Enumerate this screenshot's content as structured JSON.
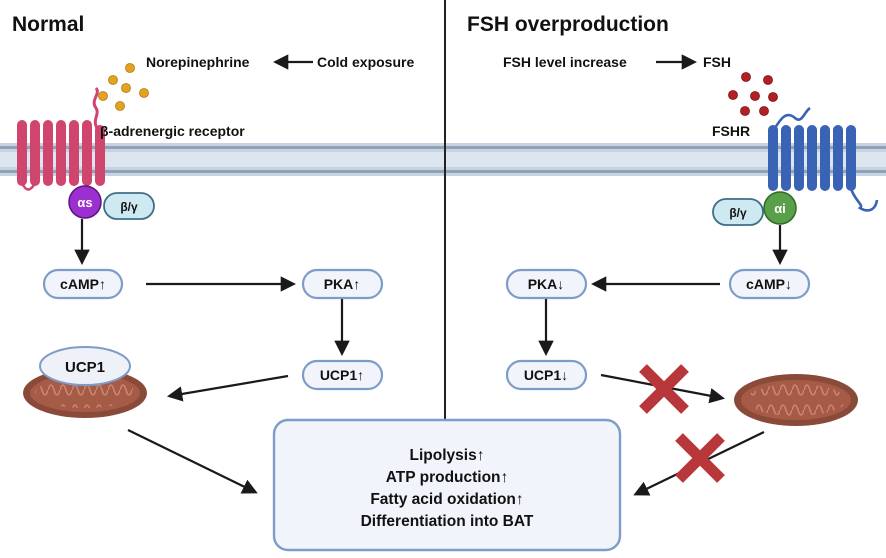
{
  "panels": {
    "left": {
      "title": "Normal",
      "ligand_label": "Norepinephrine",
      "stimulus_label": "Cold exposure",
      "receptor_label": "β-adrenergic receptor",
      "g_alpha": "αs",
      "g_betagamma": "β/γ",
      "camp": "cAMP↑",
      "pka": "PKA↑",
      "ucp1": "UCP1↑",
      "mito_label": "UCP1"
    },
    "right": {
      "title": "FSH overproduction",
      "stimulus_label": "FSH level increase",
      "ligand_label": "FSH",
      "receptor_label": "FSHR",
      "g_alpha": "αi",
      "g_betagamma": "β/γ",
      "camp": "cAMP↓",
      "pka": "PKA↓",
      "ucp1": "UCP1↓"
    }
  },
  "outcome": {
    "lines": [
      "Lipolysis↑",
      "ATP production↑",
      "Fatty acid oxidation↑",
      "Differentiation into BAT"
    ]
  },
  "colors": {
    "receptor_left": "#d0456e",
    "receptor_right": "#3a63b5",
    "g_alpha_s": "#9c2fd0",
    "g_alpha_i": "#5aa04a",
    "betagamma": "#cfe9f2",
    "norepinephrine_dots": "#e3a320",
    "fsh_dots": "#b32024",
    "mitochondria": "#8a4a3a",
    "block_cross": "#b7373a",
    "membrane": "#c8d3e0",
    "node_border": "#7d9cc8"
  }
}
